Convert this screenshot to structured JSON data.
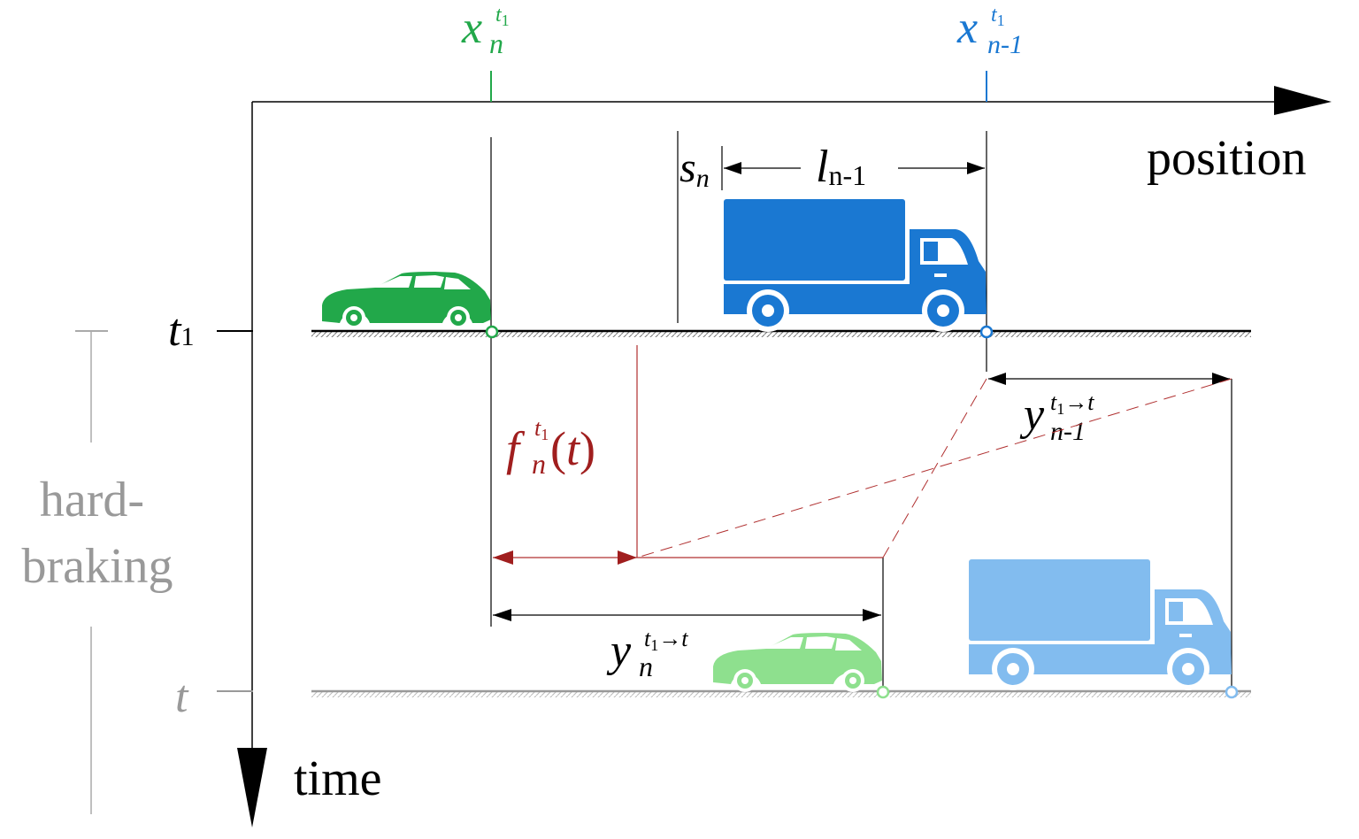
{
  "axes": {
    "position_label": "position",
    "time_label": "time",
    "t1_main": "t",
    "t1_sub": "1",
    "t_label": "t"
  },
  "side_note": {
    "line1": "hard-",
    "line2": "braking"
  },
  "markers": {
    "follower_pos": {
      "base": "x",
      "sup_base": "t",
      "sup_sub": "1",
      "sub": "n"
    },
    "leader_pos": {
      "base": "x",
      "sup_base": "t",
      "sup_sub": "1",
      "sub": "n-1"
    }
  },
  "labels": {
    "gap": {
      "base": "s",
      "sub": "n"
    },
    "length": {
      "base": "l",
      "sub": "n-1"
    },
    "leader_travel": {
      "base": "y",
      "sup_base": "t",
      "sup_sub": "1",
      "sup_rest": "→t",
      "sub": "n-1"
    },
    "follower_travel": {
      "base": "y",
      "sup_base": "t",
      "sup_sub": "1",
      "sup_rest": "→t",
      "sub": "n"
    },
    "braking_fn": {
      "base": "f",
      "sup_base": "t",
      "sup_sub": "1",
      "sub": "n",
      "arg": "(t)"
    }
  },
  "colors": {
    "follower": "#22a84a",
    "leader": "#1a78d2",
    "braking": "#a01e1e",
    "muted": "#999999",
    "ghost_follower": "#8ee08e",
    "ghost_leader": "#82bcef"
  },
  "icons": {
    "follower_car": "car-icon",
    "leader_truck": "truck-icon"
  }
}
